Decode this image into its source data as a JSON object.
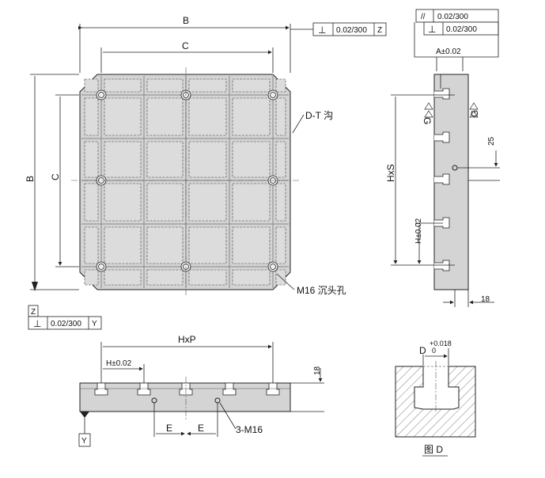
{
  "dimensions": {
    "B_top": "B",
    "C_top": "C",
    "B_left": "B",
    "C_left": "C",
    "groove_label": "D-T 沟",
    "hole_label": "M16 沉头孔",
    "A": "A±0.02",
    "G1": "G",
    "G2": "G",
    "d25": "25",
    "HxS": "HxS",
    "H_side": "H±0.02",
    "d18_side": "18",
    "HxP": "HxP",
    "H_bottom": "H±0.02",
    "d18_bottom": "18",
    "E1": "E",
    "E2": "E",
    "tap_label": "3-M16",
    "D": "D",
    "D_tol_upper": "+0.018",
    "D_tol_lower": "0"
  },
  "tolerance_frames": {
    "top": {
      "symbol": "⊥",
      "value": "0.02/300",
      "datum": "Z"
    },
    "side_parallel": {
      "symbol": "//",
      "value": "0.02/300"
    },
    "side_perp": {
      "symbol": "⊥",
      "value": "0.02/300"
    },
    "left": {
      "symbol": "⊥",
      "value": "0.02/300",
      "datum": "Y"
    }
  },
  "datums": {
    "Z": "Z",
    "Y": "Y"
  },
  "figure_caption": "图 D"
}
